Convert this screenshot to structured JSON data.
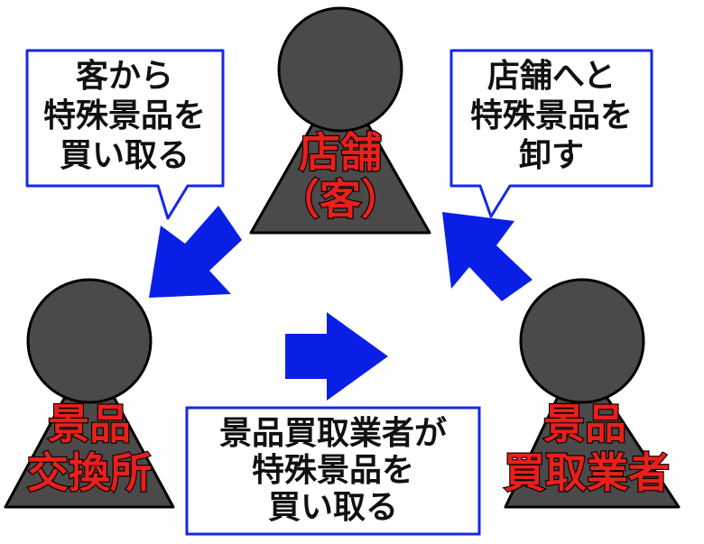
{
  "colors": {
    "actor_fill": "#4a4a4a",
    "actor_stroke": "#000000",
    "arrow": "#0a1fe6",
    "callout_border": "#1428e6",
    "actor_label": "#e8201c"
  },
  "actors": {
    "store": {
      "line1": "店舗",
      "line2": "（客）"
    },
    "exchange": {
      "line1": "景品",
      "line2": "交換所"
    },
    "buyer": {
      "line1": "景品",
      "line2": "買取業者"
    }
  },
  "callouts": {
    "exchange_buys": {
      "line1": "客から",
      "line2": "特殊景品を",
      "line3": "買い取る"
    },
    "buyer_sells": {
      "line1": "店舗へと",
      "line2": "特殊景品を",
      "line3": "卸す"
    },
    "buyer_buys": {
      "line1": "景品買取業者が",
      "line2": "特殊景品を",
      "line3": "買い取る"
    }
  },
  "arrows": {
    "store_to_exchange": "arrow-down-left",
    "exchange_to_buyer": "arrow-right",
    "buyer_to_store": "arrow-up-left"
  }
}
